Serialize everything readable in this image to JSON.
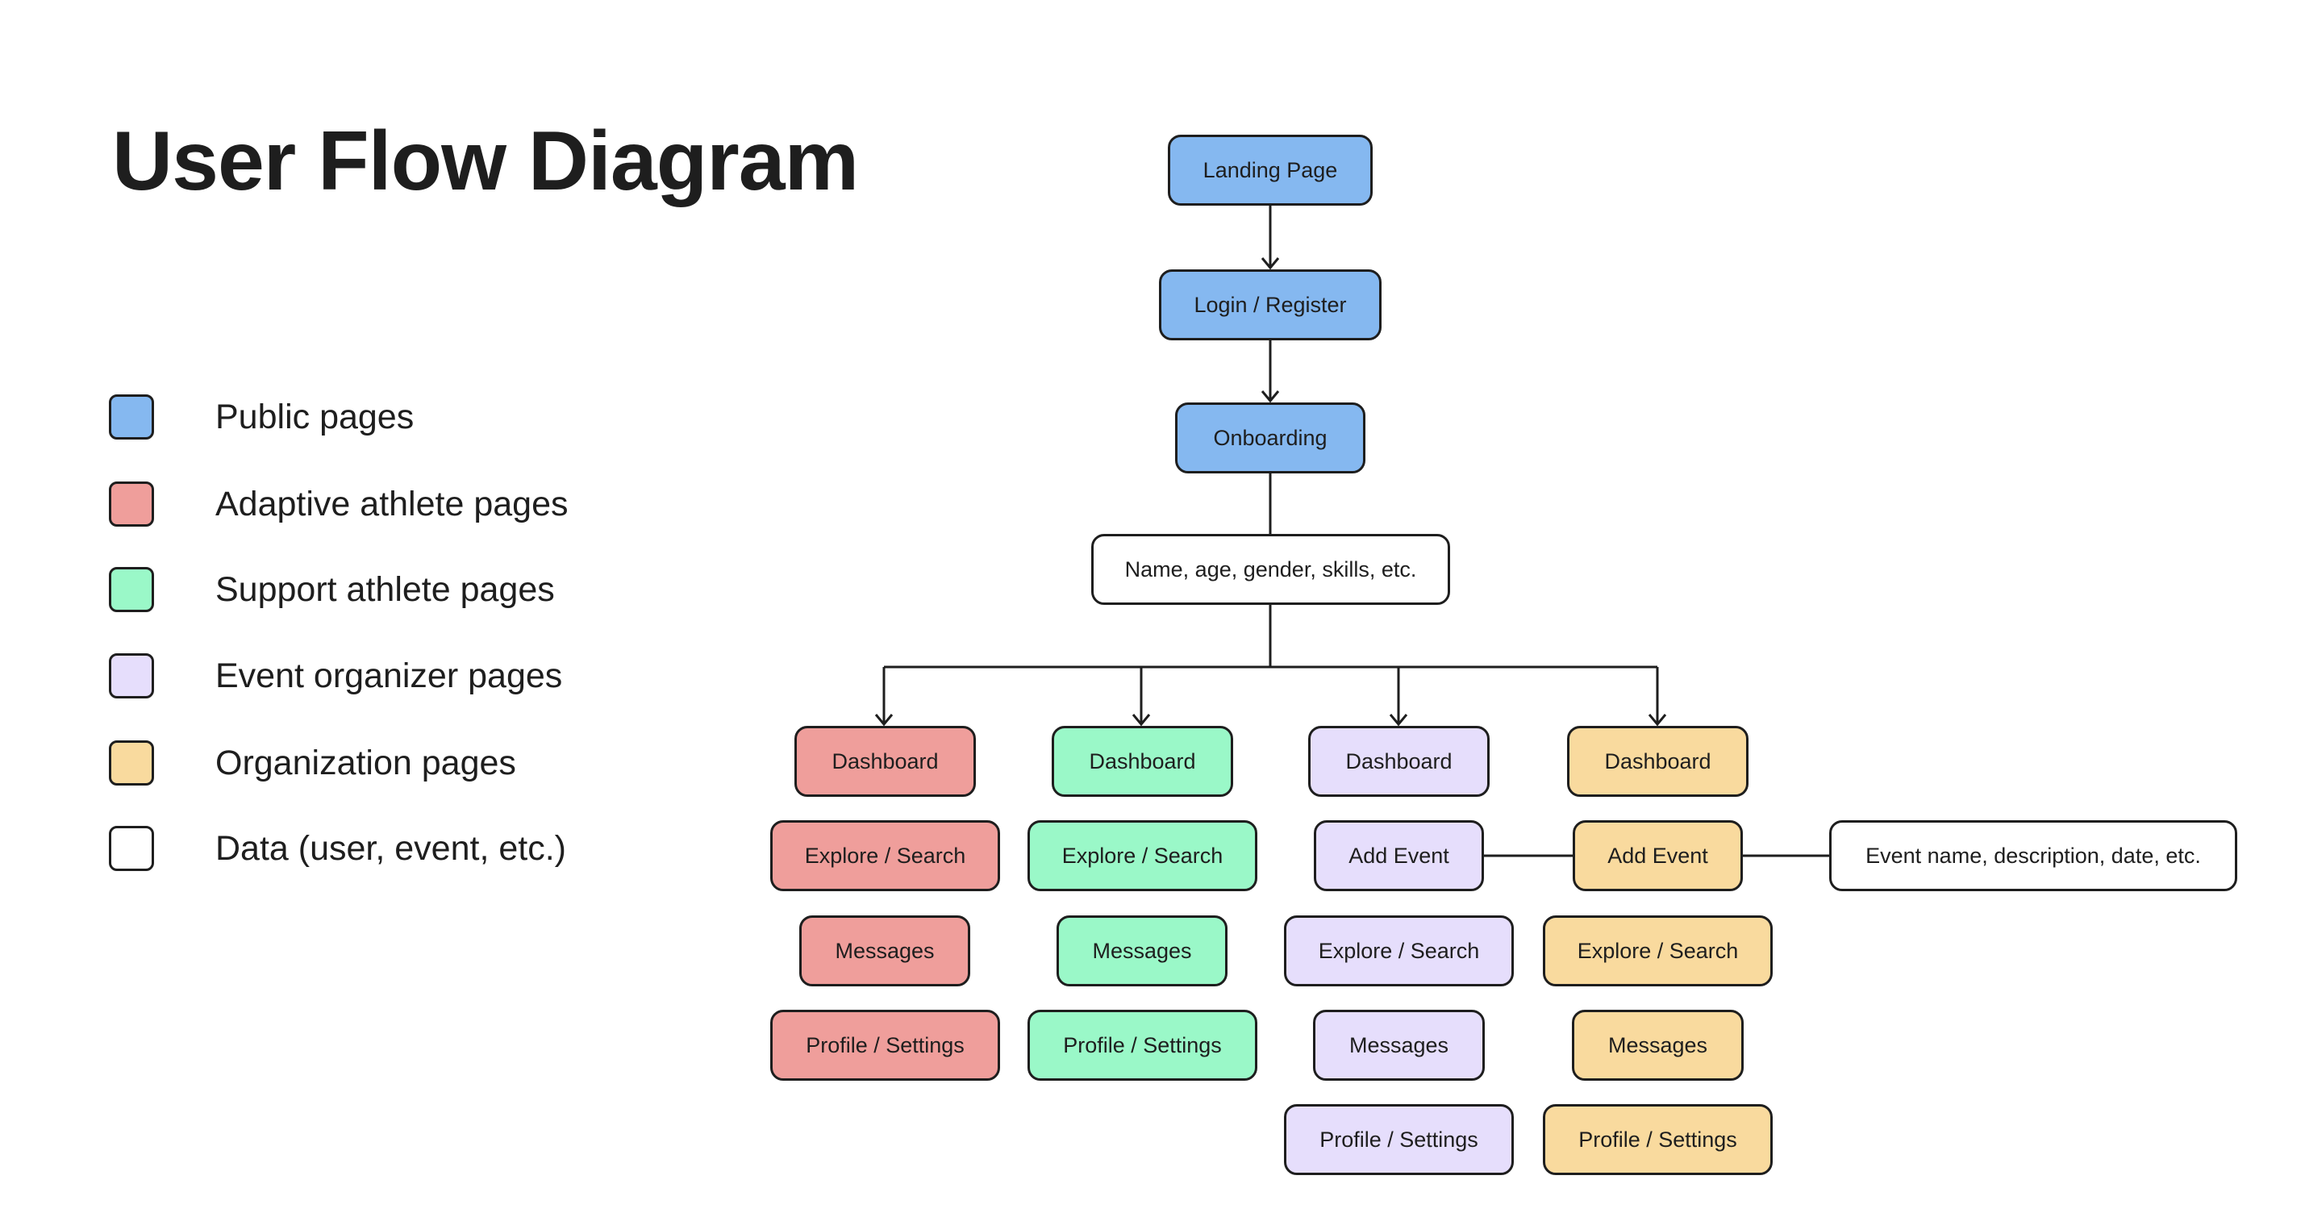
{
  "title": "User Flow Diagram",
  "colors": {
    "public": "#85B8F0",
    "adaptive": "#EF9E9B",
    "support": "#9AF8C8",
    "organizer": "#E6DEFC",
    "organization": "#F9DA9E",
    "data": "#FFFFFF",
    "stroke": "#1E1E1E"
  },
  "legend": [
    {
      "label": "Public pages",
      "color": "#85B8F0"
    },
    {
      "label": "Adaptive athlete pages",
      "color": "#EF9E9B"
    },
    {
      "label": "Support athlete pages",
      "color": "#9AF8C8"
    },
    {
      "label": "Event organizer pages",
      "color": "#E6DEFC"
    },
    {
      "label": "Organization pages",
      "color": "#F9DA9E"
    },
    {
      "label": "Data (user, event, etc.)",
      "color": "#FFFFFF"
    }
  ],
  "flow": {
    "public": [
      "Landing Page",
      "Login / Register",
      "Onboarding"
    ],
    "onboarding_data": "Name, age, gender, skills, etc.",
    "columns": {
      "adaptive": [
        "Dashboard",
        "Explore / Search",
        "Messages",
        "Profile / Settings"
      ],
      "support": [
        "Dashboard",
        "Explore / Search",
        "Messages",
        "Profile / Settings"
      ],
      "organizer": [
        "Dashboard",
        "Add Event",
        "Explore / Search",
        "Messages",
        "Profile / Settings"
      ],
      "organization": [
        "Dashboard",
        "Add Event",
        "Explore / Search",
        "Messages",
        "Profile / Settings"
      ]
    },
    "event_data": "Event name, description, date, etc."
  }
}
